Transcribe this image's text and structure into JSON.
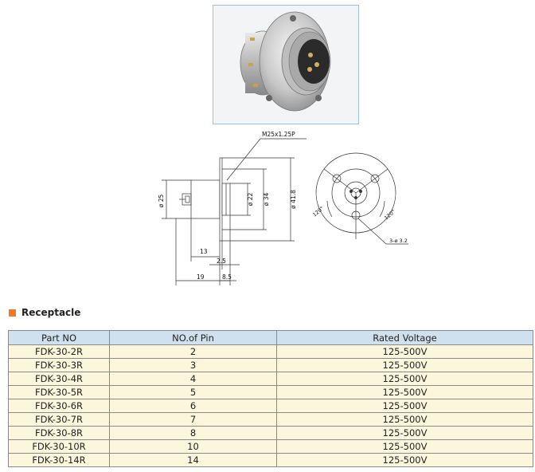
{
  "drawing": {
    "thread_label": "M25x1.25P",
    "dim_25": "ø 25",
    "dim_22": "ø 22",
    "dim_34": "ø 34",
    "dim_41_8": "ø 41.8",
    "dim_13": "13",
    "dim_2_5": "2.5",
    "dim_19": "19",
    "dim_8_5": "8.5",
    "angle_left": "120°",
    "angle_right": "120°",
    "hole_label": "3-ø 3.2"
  },
  "section": {
    "title": "Receptacle"
  },
  "table": {
    "headers": [
      "Part NO",
      "NO.of Pin",
      "Rated Voltage"
    ],
    "rows": [
      [
        "FDK-30-2R",
        "2",
        "125-500V"
      ],
      [
        "FDK-30-3R",
        "3",
        "125-500V"
      ],
      [
        "FDK-30-4R",
        "4",
        "125-500V"
      ],
      [
        "FDK-30-5R",
        "5",
        "125-500V"
      ],
      [
        "FDK-30-6R",
        "6",
        "125-500V"
      ],
      [
        "FDK-30-7R",
        "7",
        "125-500V"
      ],
      [
        "FDK-30-8R",
        "8",
        "125-500V"
      ],
      [
        "FDK-30-10R",
        "10",
        "125-500V"
      ],
      [
        "FDK-30-14R",
        "14",
        "125-500V"
      ]
    ]
  }
}
